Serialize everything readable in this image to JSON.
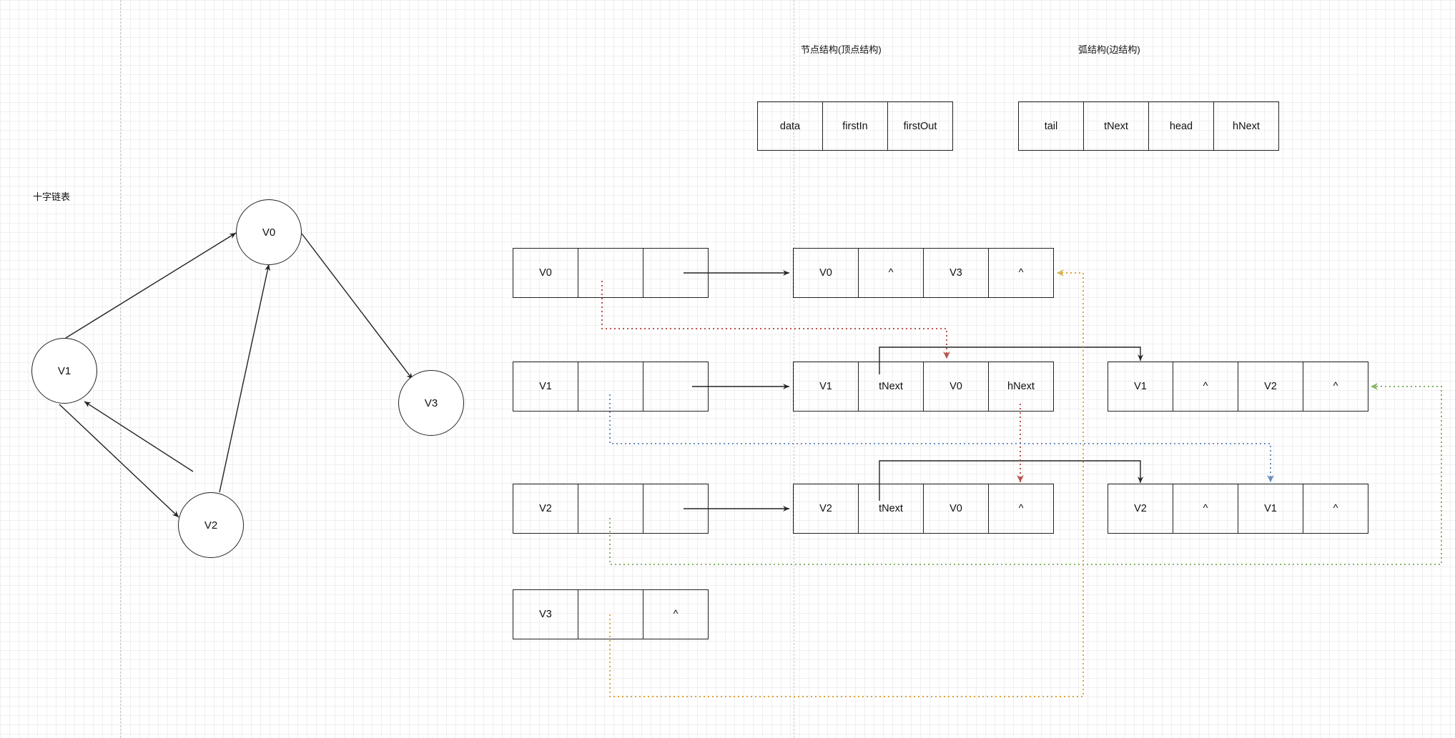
{
  "title": "十字链表",
  "legend": {
    "vertex_caption": "节点结构(顶点结构)",
    "vertex_fields": [
      "data",
      "firstIn",
      "firstOut"
    ],
    "arc_caption": "弧结构(边结构)",
    "arc_fields": [
      "tail",
      "tNext",
      "head",
      "hNext"
    ]
  },
  "graph": {
    "nodes": [
      {
        "id": "V0",
        "label": "V0"
      },
      {
        "id": "V1",
        "label": "V1"
      },
      {
        "id": "V2",
        "label": "V2"
      },
      {
        "id": "V3",
        "label": "V3"
      }
    ],
    "edges": [
      {
        "from": "V1",
        "to": "V0"
      },
      {
        "from": "V0",
        "to": "V3"
      },
      {
        "from": "V1",
        "to": "V2"
      },
      {
        "from": "V2",
        "to": "V1"
      },
      {
        "from": "V2",
        "to": "V0"
      }
    ]
  },
  "vertex_table": [
    [
      "V0",
      "",
      ""
    ],
    [
      "V1",
      "",
      ""
    ],
    [
      "V2",
      "",
      ""
    ],
    [
      "V3",
      "",
      "^"
    ]
  ],
  "arc_nodes": {
    "a_v0_v3": [
      "V0",
      "^",
      "V3",
      "^"
    ],
    "a_v1_v0": [
      "V1",
      "tNext",
      "V0",
      "hNext"
    ],
    "a_v1_v2": [
      "V1",
      "^",
      "V2",
      "^"
    ],
    "a_v2_v0": [
      "V2",
      "tNext",
      "V0",
      "^"
    ],
    "a_v2_v1": [
      "V2",
      "^",
      "V1",
      "^"
    ]
  },
  "colors": {
    "line": "#222222",
    "red": "#b85450",
    "blue": "#6c8ebf",
    "green": "#82b366",
    "orange": "#d79b00",
    "gold": "#d6b656"
  }
}
